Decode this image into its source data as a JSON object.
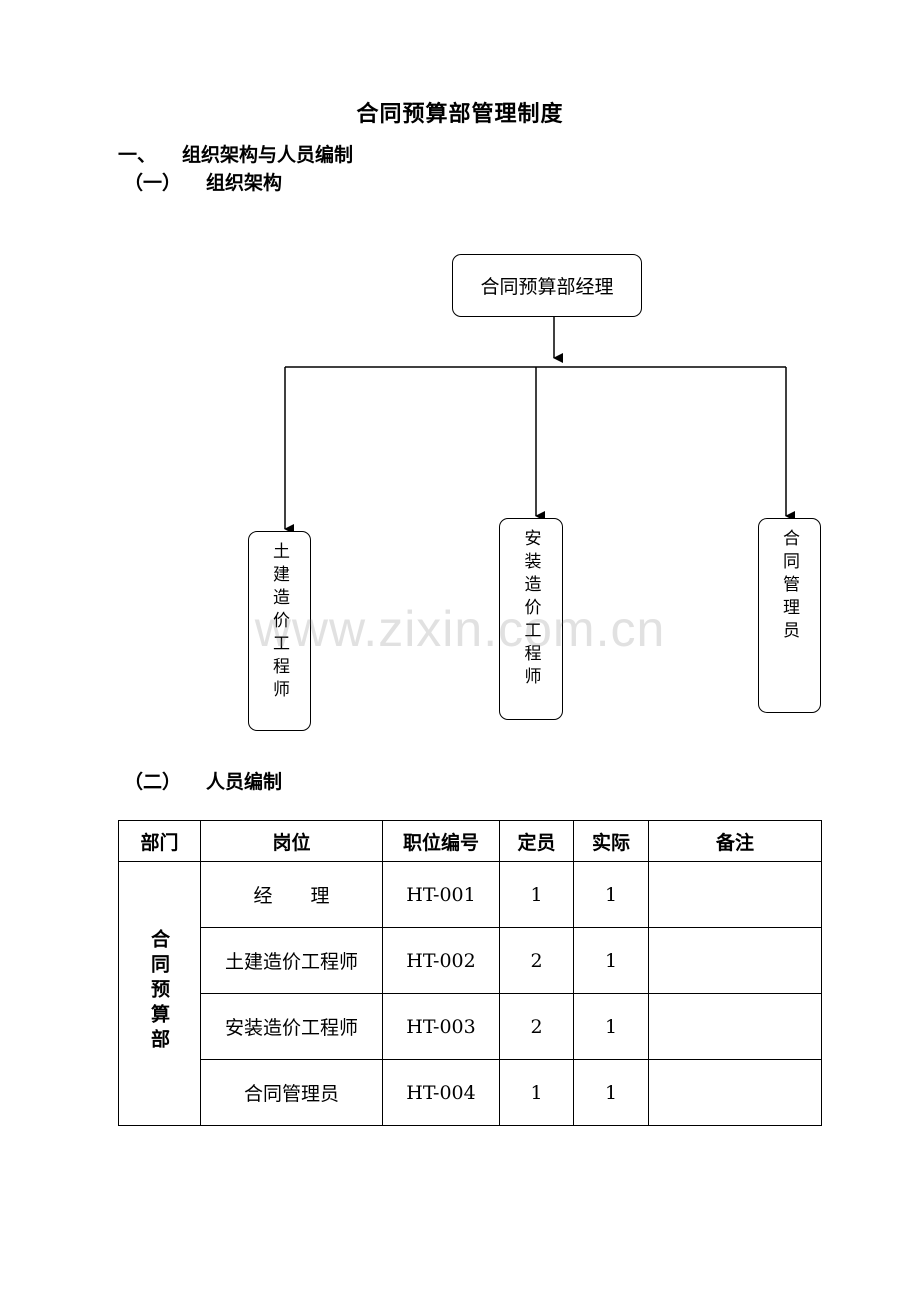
{
  "title": "合同预算部管理制度",
  "section1": {
    "num": "一、",
    "label": "组织架构与人员编制"
  },
  "section1_1": {
    "num": "（一）",
    "label": "组织架构"
  },
  "section1_2": {
    "num": "（二）",
    "label": "人员编制"
  },
  "watermark": "www.zixin.com.cn",
  "org_chart": {
    "top": "合同预算部经理",
    "children": [
      "土建造价工程师",
      "安装造价工程师",
      "合同管理员"
    ]
  },
  "table": {
    "headers": [
      "部门",
      "岗位",
      "职位编号",
      "定员",
      "实际",
      "备注"
    ],
    "department": "合同预算部",
    "rows": [
      {
        "position": "经　　理",
        "code": "HT-001",
        "quota": "1",
        "actual": "1",
        "note": ""
      },
      {
        "position": "土建造价工程师",
        "code": "HT-002",
        "quota": "2",
        "actual": "1",
        "note": ""
      },
      {
        "position": "安装造价工程师",
        "code": "HT-003",
        "quota": "2",
        "actual": "1",
        "note": ""
      },
      {
        "position": "合同管理员",
        "code": "HT-004",
        "quota": "1",
        "actual": "1",
        "note": ""
      }
    ]
  }
}
